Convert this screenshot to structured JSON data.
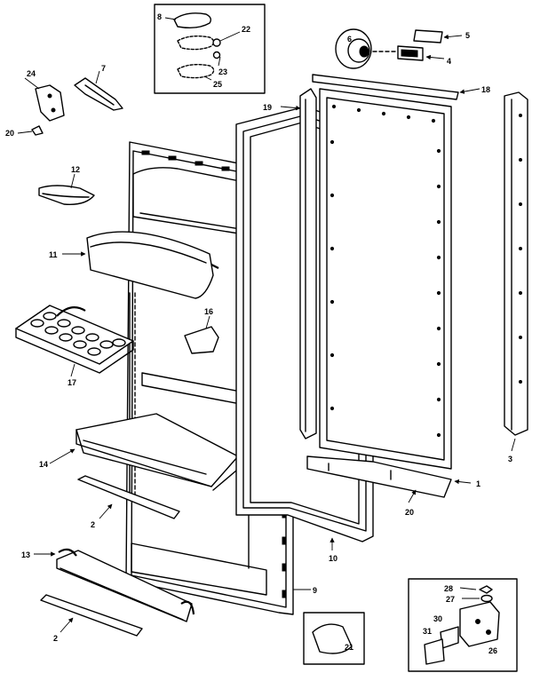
{
  "labels": {
    "p1": "1",
    "p2a": "2",
    "p2b": "2",
    "p3": "3",
    "p4": "4",
    "p5": "5",
    "p6": "6",
    "p7": "7",
    "p8": "8",
    "p9": "9",
    "p10": "10",
    "p11": "11",
    "p12": "12",
    "p13": "13",
    "p14": "14",
    "p16": "16",
    "p17": "17",
    "p18": "18",
    "p19": "19",
    "p20a": "20",
    "p20b": "20",
    "p21": "21",
    "p22": "22",
    "p23": "23",
    "p24": "24",
    "p25": "25",
    "p26": "26",
    "p27": "27",
    "p28": "28",
    "p30": "30",
    "p31": "31"
  }
}
